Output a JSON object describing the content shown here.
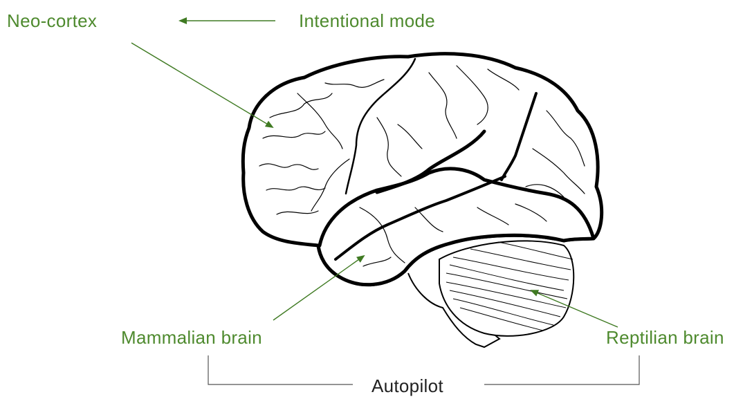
{
  "labels": {
    "neo_cortex": "Neo-cortex",
    "intentional_mode": "Intentional mode",
    "mammalian_brain": "Mammalian brain",
    "reptilian_brain": "Reptilian brain",
    "autopilot": "Autopilot"
  },
  "colors": {
    "label_green": "#4e8a2e",
    "arrow_green": "#3f7a22",
    "outline": "#000000",
    "bracket": "#555555",
    "text_dark": "#222222"
  }
}
